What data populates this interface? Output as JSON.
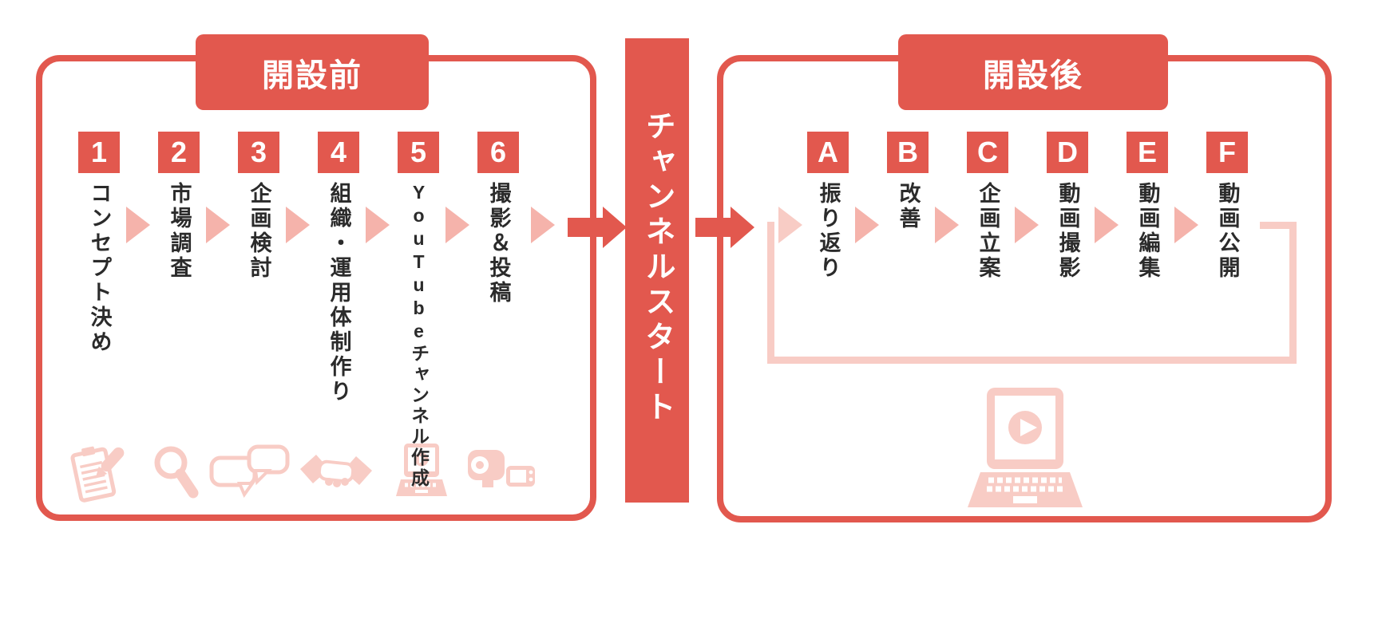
{
  "colors": {
    "primary_salmon": "#E2584E",
    "flow_arrow_pink": "#F5B3AB",
    "loop_and_icon_pink": "#F8CCC5",
    "label_text": "#2B2B2B",
    "background": "#FFFFFF"
  },
  "left_panel": {
    "title": "開設前",
    "steps": [
      {
        "badge": "1",
        "label": "コンセプト決め"
      },
      {
        "badge": "2",
        "label": "市場調査"
      },
      {
        "badge": "3",
        "label": "企画検討"
      },
      {
        "badge": "4",
        "label": "組織・運用体制作り"
      },
      {
        "badge": "5",
        "label": "YouTubeチャンネル作成"
      },
      {
        "badge": "6",
        "label": "撮影＆投稿"
      }
    ],
    "icons": [
      "clipboard-pencil-icon",
      "magnifier-icon",
      "speech-bubbles-icon",
      "handshake-icon",
      "laptop-play-icon",
      "video-camera-icon"
    ]
  },
  "channel_banner": {
    "label": "チャンネルスタート"
  },
  "right_panel": {
    "title": "開設後",
    "steps": [
      {
        "badge": "A",
        "label": "振り返り"
      },
      {
        "badge": "B",
        "label": "改善"
      },
      {
        "badge": "C",
        "label": "企画立案"
      },
      {
        "badge": "D",
        "label": "動画撮影"
      },
      {
        "badge": "E",
        "label": "動画編集"
      },
      {
        "badge": "F",
        "label": "動画公開"
      }
    ],
    "icon": "laptop-play-icon"
  }
}
